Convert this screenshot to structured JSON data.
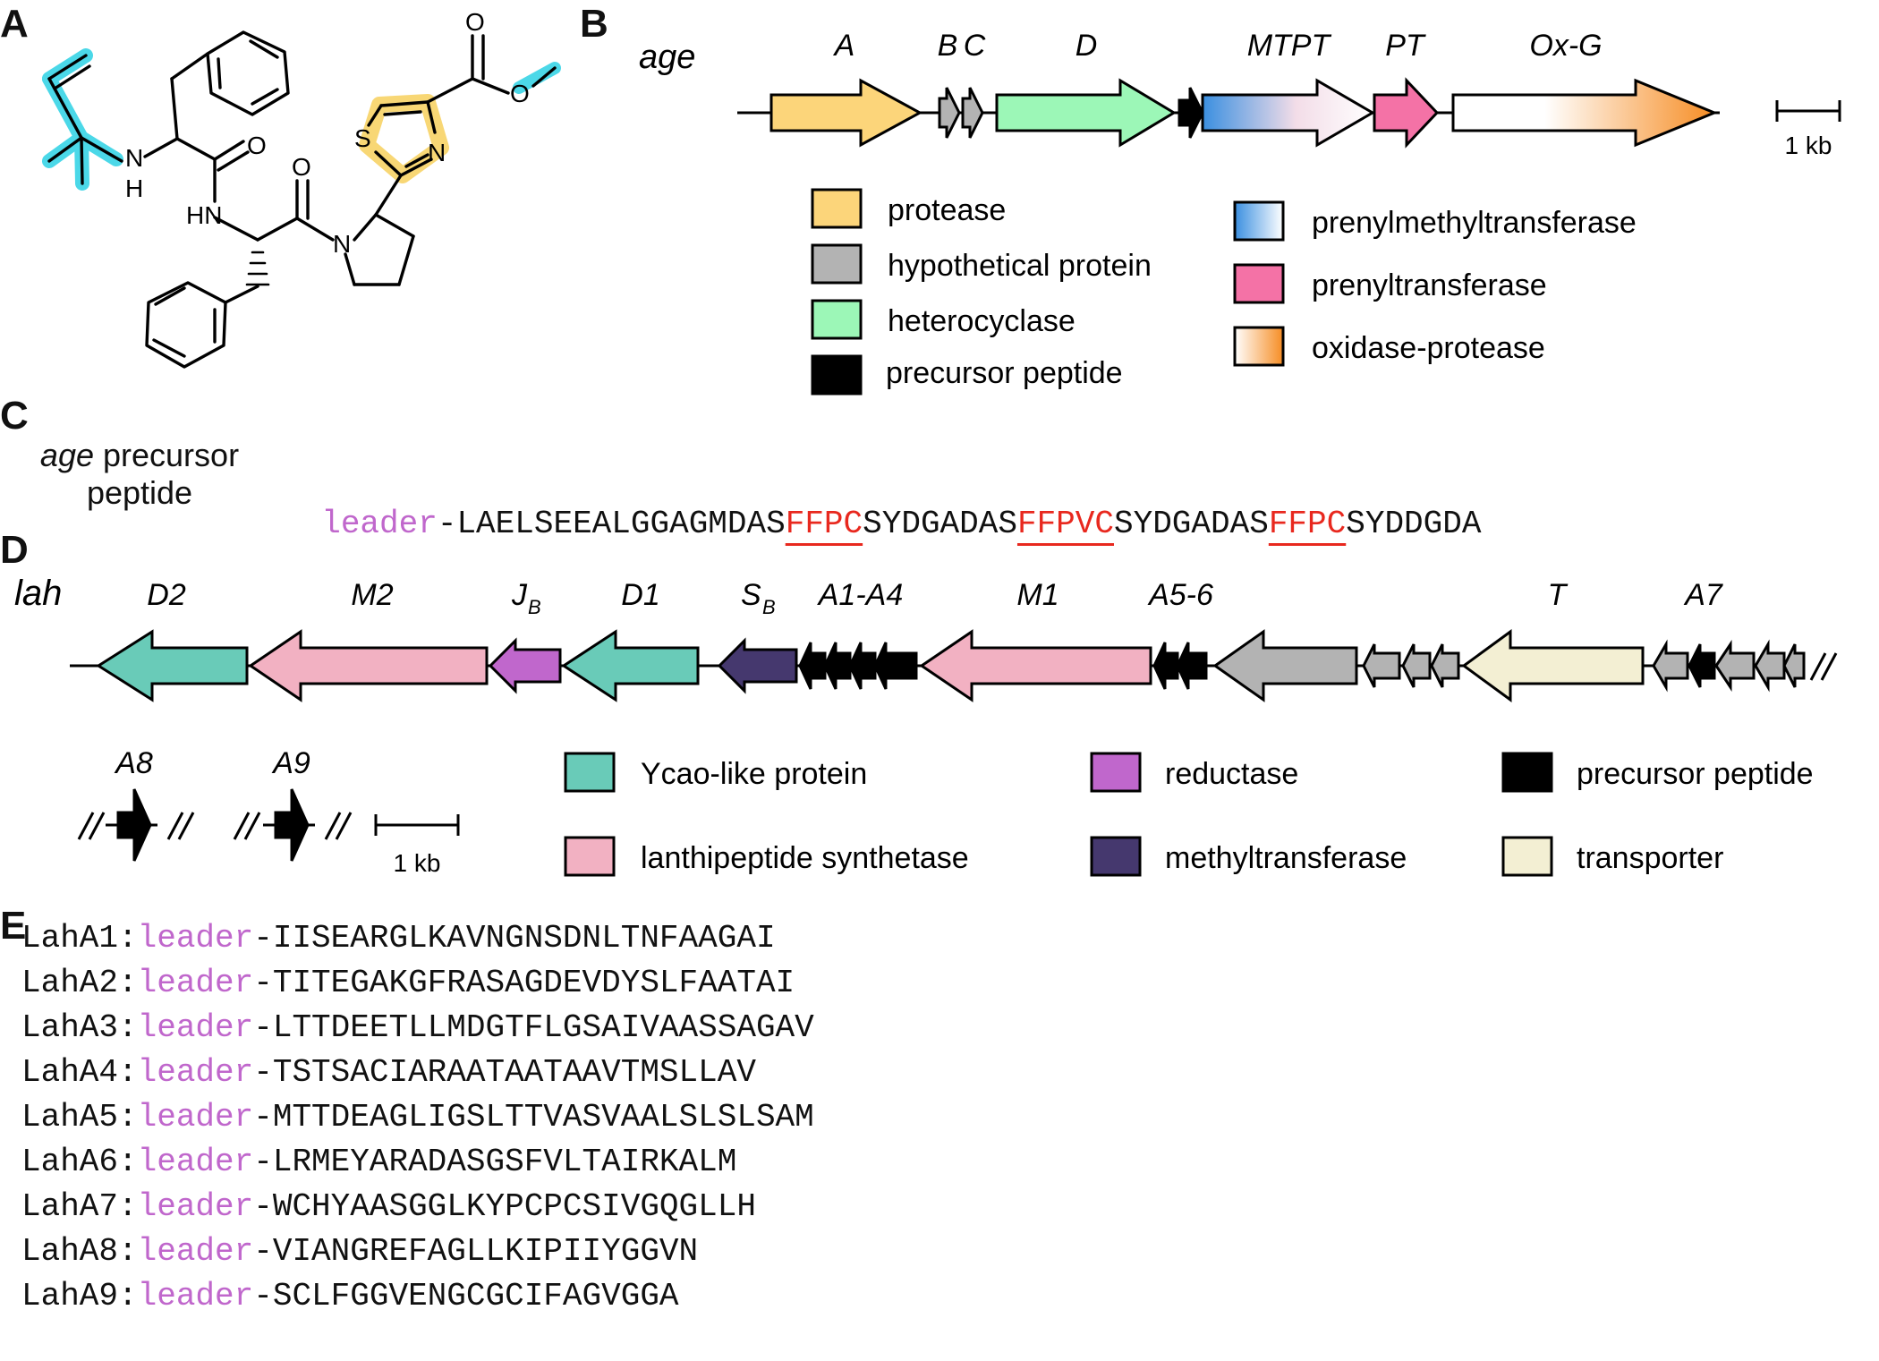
{
  "panels": {
    "a": "A",
    "b": "B",
    "c": "C",
    "d": "D",
    "e": "E"
  },
  "colors": {
    "protease": "#fcd57a",
    "hypothetical": "#b3b3b3",
    "heterocyclase": "#9cf7b7",
    "precursor": "#000000",
    "prenylmethyl_start": "#3a8fe0",
    "prenyltransferase": "#f472a6",
    "oxidase_end": "#f68d24",
    "ycao": "#69cbb8",
    "lanthi": "#f2b1c2",
    "reductase": "#c067cc",
    "methyltransferase": "#45386e",
    "transporter": "#f3efd3",
    "leader": "#c067cc",
    "motif": "#e8281e",
    "highlight_cyan": "#38d4e6",
    "highlight_yellow": "#f8d56e"
  },
  "panel_a": {
    "atoms": {
      "nh_n": "N",
      "nh_h": "H",
      "o1": "O",
      "hn": "HN",
      "o2": "O",
      "n_ring": "N",
      "s": "S",
      "n_thz": "N",
      "o_ester1": "O",
      "o_ester2": "O"
    }
  },
  "panel_b": {
    "cluster_name": "age",
    "genes": [
      {
        "label": "A",
        "type": "protease"
      },
      {
        "label": "B",
        "type": "hypothetical"
      },
      {
        "label": "C",
        "type": "hypothetical"
      },
      {
        "label": "D",
        "type": "heterocyclase"
      },
      {
        "label": "MTPT",
        "type": "prenylmethyltransferase"
      },
      {
        "label": "PT",
        "type": "prenyltransferase"
      },
      {
        "label": "Ox-G",
        "type": "oxidase-protease"
      }
    ],
    "scale_label": "1 kb",
    "legend": [
      {
        "label": "protease",
        "swatch": "protease"
      },
      {
        "label": "hypothetical protein",
        "swatch": "hypothetical"
      },
      {
        "label": "heterocyclase",
        "swatch": "heterocyclase"
      },
      {
        "label": "precursor peptide",
        "swatch": "precursor"
      },
      {
        "label": "prenylmethyltransferase",
        "swatch": "prenylmethyl"
      },
      {
        "label": "prenyltransferase",
        "swatch": "prenyltransferase"
      },
      {
        "label": "oxidase-protease",
        "swatch": "oxidase"
      }
    ]
  },
  "panel_c": {
    "label_italic": "age",
    "label_rest": " precursor",
    "label_line2": "peptide",
    "leader": "leader",
    "parts": [
      {
        "text": "-LAELSEEALGGAGMDAS",
        "motif": false
      },
      {
        "text": "FFPC",
        "motif": true
      },
      {
        "text": "SYDGADAS",
        "motif": false
      },
      {
        "text": "FFPVC",
        "motif": true
      },
      {
        "text": "SYDGADAS",
        "motif": false
      },
      {
        "text": "FFPC",
        "motif": true
      },
      {
        "text": "SYDDGDA",
        "motif": false
      }
    ]
  },
  "panel_d": {
    "cluster_name": "lah",
    "gene_labels": {
      "d2": "D2",
      "m2": "M2",
      "jb": "J",
      "jb_sub": "B",
      "d1": "D1",
      "sb": "S",
      "sb_sub": "B",
      "a1a4": "A1-A4",
      "m1": "M1",
      "a56": "A5-6",
      "t": "T",
      "a7": "A7",
      "a8": "A8",
      "a9": "A9"
    },
    "scale_label": "1 kb",
    "legend": [
      {
        "label": "Ycao-like protein",
        "swatch": "ycao"
      },
      {
        "label": "lanthipeptide synthetase",
        "swatch": "lanthi"
      },
      {
        "label": "reductase",
        "swatch": "reductase"
      },
      {
        "label": "methyltransferase",
        "swatch": "methyltransferase"
      },
      {
        "label": "precursor peptide",
        "swatch": "precursor"
      },
      {
        "label": "transporter",
        "swatch": "transporter"
      }
    ]
  },
  "panel_e": {
    "leader": "leader",
    "rows": [
      {
        "name": "LahA1:",
        "seq": "-IISEARGLKAVNGNSDNLTNFAAGAI"
      },
      {
        "name": "LahA2:",
        "seq": "-TITEGAKGFRASAGDEVDYSLFAATAI"
      },
      {
        "name": "LahA3:",
        "seq": "-LTTDEETLLMDGTFLGSAIVAASSAGAV"
      },
      {
        "name": "LahA4:",
        "seq": "-TSTSACIARAATAATAAVTMSLLAV"
      },
      {
        "name": "LahA5:",
        "seq": "-MTTDEAGLIGSLTTVASVAALSLSLSAM"
      },
      {
        "name": "LahA6:",
        "seq": "-LRMEYARADASGSFVLTAIRKALM"
      },
      {
        "name": "LahA7:",
        "seq": "-WCHYAASGGLKYPCPCSIVGQGLLH"
      },
      {
        "name": "LahA8:",
        "seq": "-VIANGREFAGLLKIPIIYGGVN"
      },
      {
        "name": "LahA9:",
        "seq": "-SCLFGGVENGCGCIFAGVGGA"
      }
    ]
  }
}
